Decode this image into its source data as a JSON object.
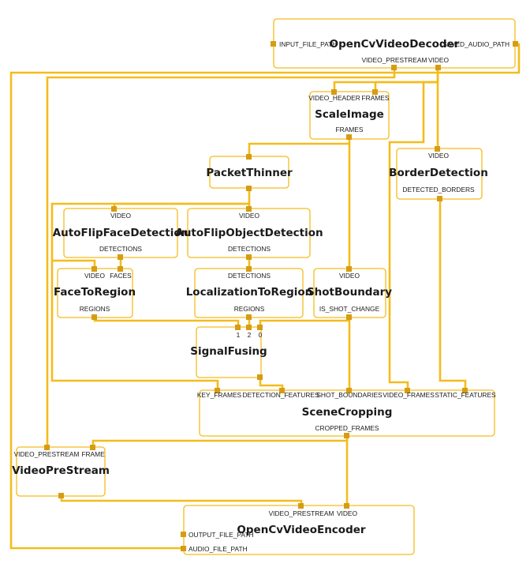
{
  "nodes": [
    {
      "id": "decoder",
      "title": "OpenCvVideoDecoder",
      "in": [
        "INPUT_FILE_PATH"
      ],
      "out": [
        "VIDEO_PRESTREAM",
        "VIDEO",
        "SAVED_AUDIO_PATH"
      ]
    },
    {
      "id": "scale",
      "title": "ScaleImage",
      "in": [
        "VIDEO_HEADER",
        "FRAMES"
      ],
      "out": [
        "FRAMES"
      ]
    },
    {
      "id": "thinner",
      "title": "PacketThinner",
      "in": [],
      "out": []
    },
    {
      "id": "border",
      "title": "BorderDetection",
      "in": [
        "VIDEO"
      ],
      "out": [
        "DETECTED_BORDERS"
      ]
    },
    {
      "id": "face",
      "title": "AutoFlipFaceDetection",
      "in": [
        "VIDEO"
      ],
      "out": [
        "DETECTIONS"
      ]
    },
    {
      "id": "object",
      "title": "AutoFlipObjectDetection",
      "in": [
        "VIDEO"
      ],
      "out": [
        "DETECTIONS"
      ]
    },
    {
      "id": "f2r",
      "title": "FaceToRegion",
      "in": [
        "VIDEO",
        "FACES"
      ],
      "out": [
        "REGIONS"
      ]
    },
    {
      "id": "l2r",
      "title": "LocalizationToRegion",
      "in": [
        "DETECTIONS"
      ],
      "out": [
        "REGIONS"
      ]
    },
    {
      "id": "shot",
      "title": "ShotBoundary",
      "in": [
        "VIDEO"
      ],
      "out": [
        "IS_SHOT_CHANGE"
      ]
    },
    {
      "id": "fusing",
      "title": "SignalFusing",
      "in": [
        "1",
        "2",
        "0"
      ],
      "out": []
    },
    {
      "id": "scene",
      "title": "SceneCropping",
      "in": [
        "KEY_FRAMES",
        "DETECTION_FEATURES",
        "SHOT_BOUNDARIES",
        "VIDEO_FRAMES",
        "STATIC_FEATURES"
      ],
      "out": [
        "CROPPED_FRAMES"
      ]
    },
    {
      "id": "prestream",
      "title": "VideoPreStream",
      "in": [
        "VIDEO_PRESTREAM",
        "FRAME"
      ],
      "out": []
    },
    {
      "id": "encoder",
      "title": "OpenCvVideoEncoder",
      "in": [
        "VIDEO_PRESTREAM",
        "VIDEO",
        "OUTPUT_FILE_PATH",
        "AUDIO_FILE_PATH"
      ],
      "out": []
    }
  ],
  "colors": {
    "edge": "#f4bc1c",
    "border": "#f4bc1c",
    "port": "#d69c14",
    "text": "#1a1a1a"
  }
}
